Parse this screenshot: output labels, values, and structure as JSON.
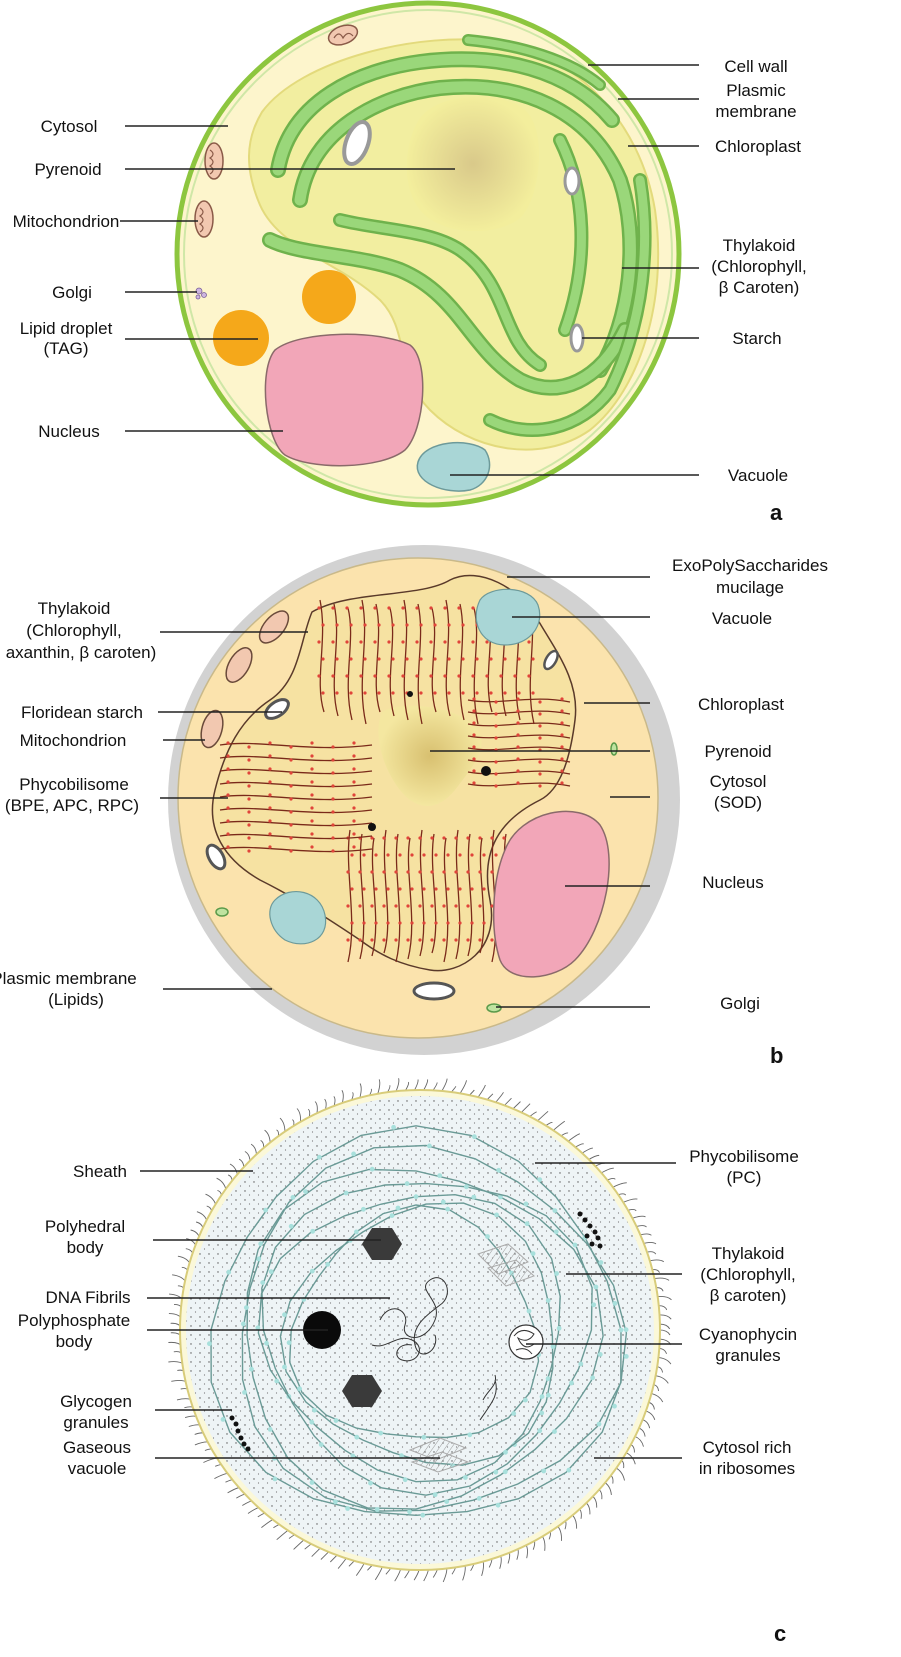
{
  "panels": {
    "a": {
      "letter": "a",
      "labels": {
        "cytosol": "Cytosol",
        "pyrenoid": "Pyrenoid",
        "mitochondrion": "Mitochondrion",
        "golgi": "Golgi",
        "lipid_1": "Lipid droplet",
        "lipid_2": "(TAG)",
        "nucleus": "Nucleus",
        "cell_wall": "Cell wall",
        "plasmic_1": "Plasmic",
        "plasmic_2": "membrane",
        "chloroplast": "Chloroplast",
        "thylakoid_1": "Thylakoid",
        "thylakoid_2": "(Chlorophyll,",
        "thylakoid_3": "β Caroten)",
        "starch": "Starch",
        "vacuole": "Vacuole"
      }
    },
    "b": {
      "letter": "b",
      "labels": {
        "thylakoid_1": "Thylakoid",
        "thylakoid_2": "(Chlorophyll,",
        "thylakoid_3": "axanthin, β caroten)",
        "floridean": "Floridean starch",
        "mitochondrion": "Mitochondrion",
        "phyco_1": "Phycobilisome",
        "phyco_2": "(BPE, APC, RPC)",
        "plasmic_1": "Plasmic membrane",
        "plasmic_2": "(Lipids)",
        "eps_1": "ExoPolySaccharides",
        "eps_2": "mucilage",
        "vacuole": "Vacuole",
        "chloroplast": "Chloroplast",
        "pyrenoid": "Pyrenoid",
        "cytosol_1": "Cytosol",
        "cytosol_2": "(SOD)",
        "nucleus": "Nucleus",
        "golgi": "Golgi"
      }
    },
    "c": {
      "letter": "c",
      "labels": {
        "sheath": "Sheath",
        "polyhedral_1": "Polyhedral",
        "polyhedral_2": "body",
        "dna": "DNA Fibrils",
        "polyphosphate_1": "Polyphosphate",
        "polyphosphate_2": "body",
        "glycogen_1": "Glycogen",
        "glycogen_2": "granules",
        "gaseous_1": "Gaseous",
        "gaseous_2": "vacuole",
        "phyco_1": "Phycobilisome",
        "phyco_2": "(PC)",
        "thylakoid_1": "Thylakoid",
        "thylakoid_2": "(Chlorophyll,",
        "thylakoid_3": "β caroten)",
        "cyanophycin_1": "Cyanophycin",
        "cyanophycin_2": "granules",
        "cytosol_1": "Cytosol rich",
        "cytosol_2": "in ribosomes"
      }
    }
  },
  "colors": {
    "cell_wall_a": "#8dc63f",
    "cytosol_a": "#fdf5cc",
    "chloroplast_fill": "#f2eea0",
    "thylakoid_green": "#8ccf6b",
    "lipid_orange": "#f5a81a",
    "nucleus_pink": "#f2a6b8",
    "vacuole_blue": "#a9d6d6",
    "cytosol_b": "#fbe3ad",
    "eps_grey": "#d2d2d2",
    "thylakoid_b_line": "#7a2a1a",
    "phycobilisome_dot": "#e0443a",
    "cytosol_c": "#eef4f6",
    "thylakoid_c": "#78b8b4"
  }
}
